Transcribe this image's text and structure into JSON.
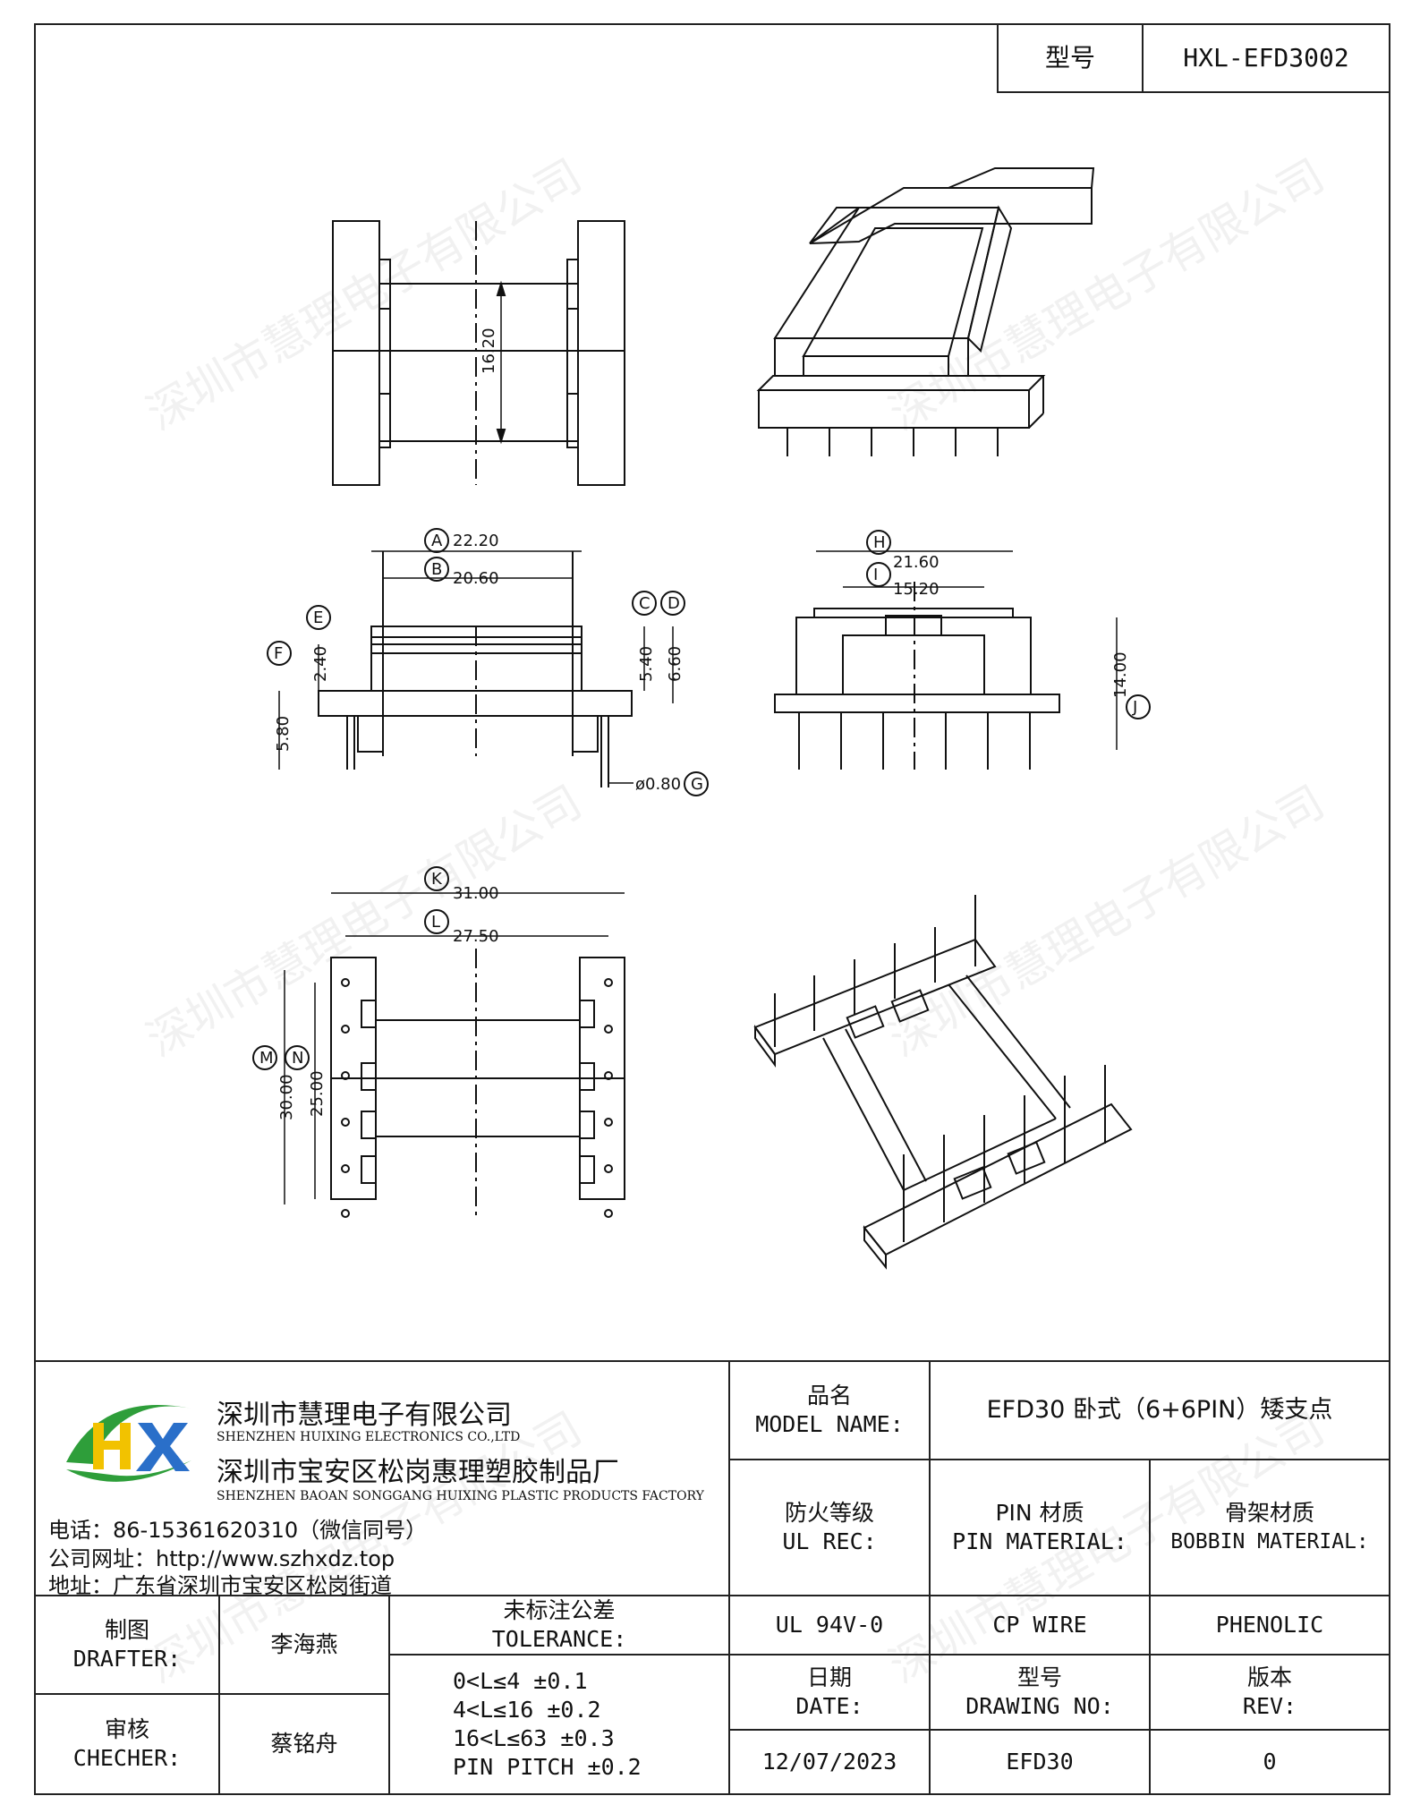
{
  "header": {
    "model_label": "型号",
    "model_value": "HXL-EFD3002"
  },
  "watermark": "深圳市慧理电子有限公司",
  "dims": {
    "front_h": "16.20",
    "A": "A",
    "A_val": "22.20",
    "B": "B",
    "B_val": "20.60",
    "C": "C",
    "D": "D",
    "E": "E",
    "F": "F",
    "G": "G",
    "c_val": "5.40",
    "d_val": "6.60",
    "e_val": "2.40",
    "f_val": "5.80",
    "g_val": "ø0.80",
    "H": "H",
    "H_val": "21.60",
    "I": "I",
    "I_val": "15.20",
    "J": "J",
    "J_val": "14.00",
    "K": "K",
    "K_val": "31.00",
    "L": "L",
    "L_val": "27.50",
    "M": "M",
    "M_val": "30.00",
    "N": "N",
    "N_val": "25.00"
  },
  "company": {
    "name_cn": "深圳市慧理电子有限公司",
    "name_en": "SHENZHEN HUIXING ELECTRONICS CO.,LTD",
    "factory_cn": "深圳市宝安区松岗惠理塑胶制品厂",
    "factory_en": "SHENZHEN BAOAN SONGGANG HUIXING PLASTIC PRODUCTS FACTORY",
    "phone": "电话：86-15361620310（微信同号）",
    "website": "公司网址：http://www.szhxdz.top",
    "address": "地址：广东省深圳市宝安区松岗街道"
  },
  "titleblock": {
    "model_name_cn": "品名",
    "model_name_en": "MODEL NAME:",
    "model_name_value": "EFD30 卧式（6+6PIN）矮支点",
    "ul_cn": "防火等级",
    "ul_en": "UL REC:",
    "pin_cn": "PIN 材质",
    "pin_en": "PIN MATERIAL:",
    "bobbin_cn": "骨架材质",
    "bobbin_en": "BOBBIN MATERIAL:",
    "ul_value": "UL 94V-0",
    "pin_value": "CP WIRE",
    "bobbin_value": "PHENOLIC",
    "drafter_cn": "制图",
    "drafter_en": "DRAFTER:",
    "drafter_name": "李海燕",
    "tolerance_cn": "未标注公差",
    "tolerance_en": "TOLERANCE:",
    "checker_cn": "审核",
    "checker_en": "CHECHER:",
    "checker_name": "蔡铭舟",
    "tolerance_lines": [
      "0<L≤4  ±0.1",
      "4<L≤16 ±0.2",
      "16<L≤63 ±0.3",
      "PIN PITCH ±0.2"
    ],
    "date_cn": "日期",
    "date_en": "DATE:",
    "drawing_cn": "型号",
    "drawing_en": "DRAWING NO:",
    "rev_cn": "版本",
    "rev_en": "REV:",
    "date_value": "12/07/2023",
    "drawing_value": "EFD30",
    "rev_value": "0"
  },
  "logo": {
    "letters": "HX",
    "colors": {
      "green": "#2e9e3a",
      "yellow": "#f2c200",
      "blue": "#2a6fc9"
    }
  }
}
